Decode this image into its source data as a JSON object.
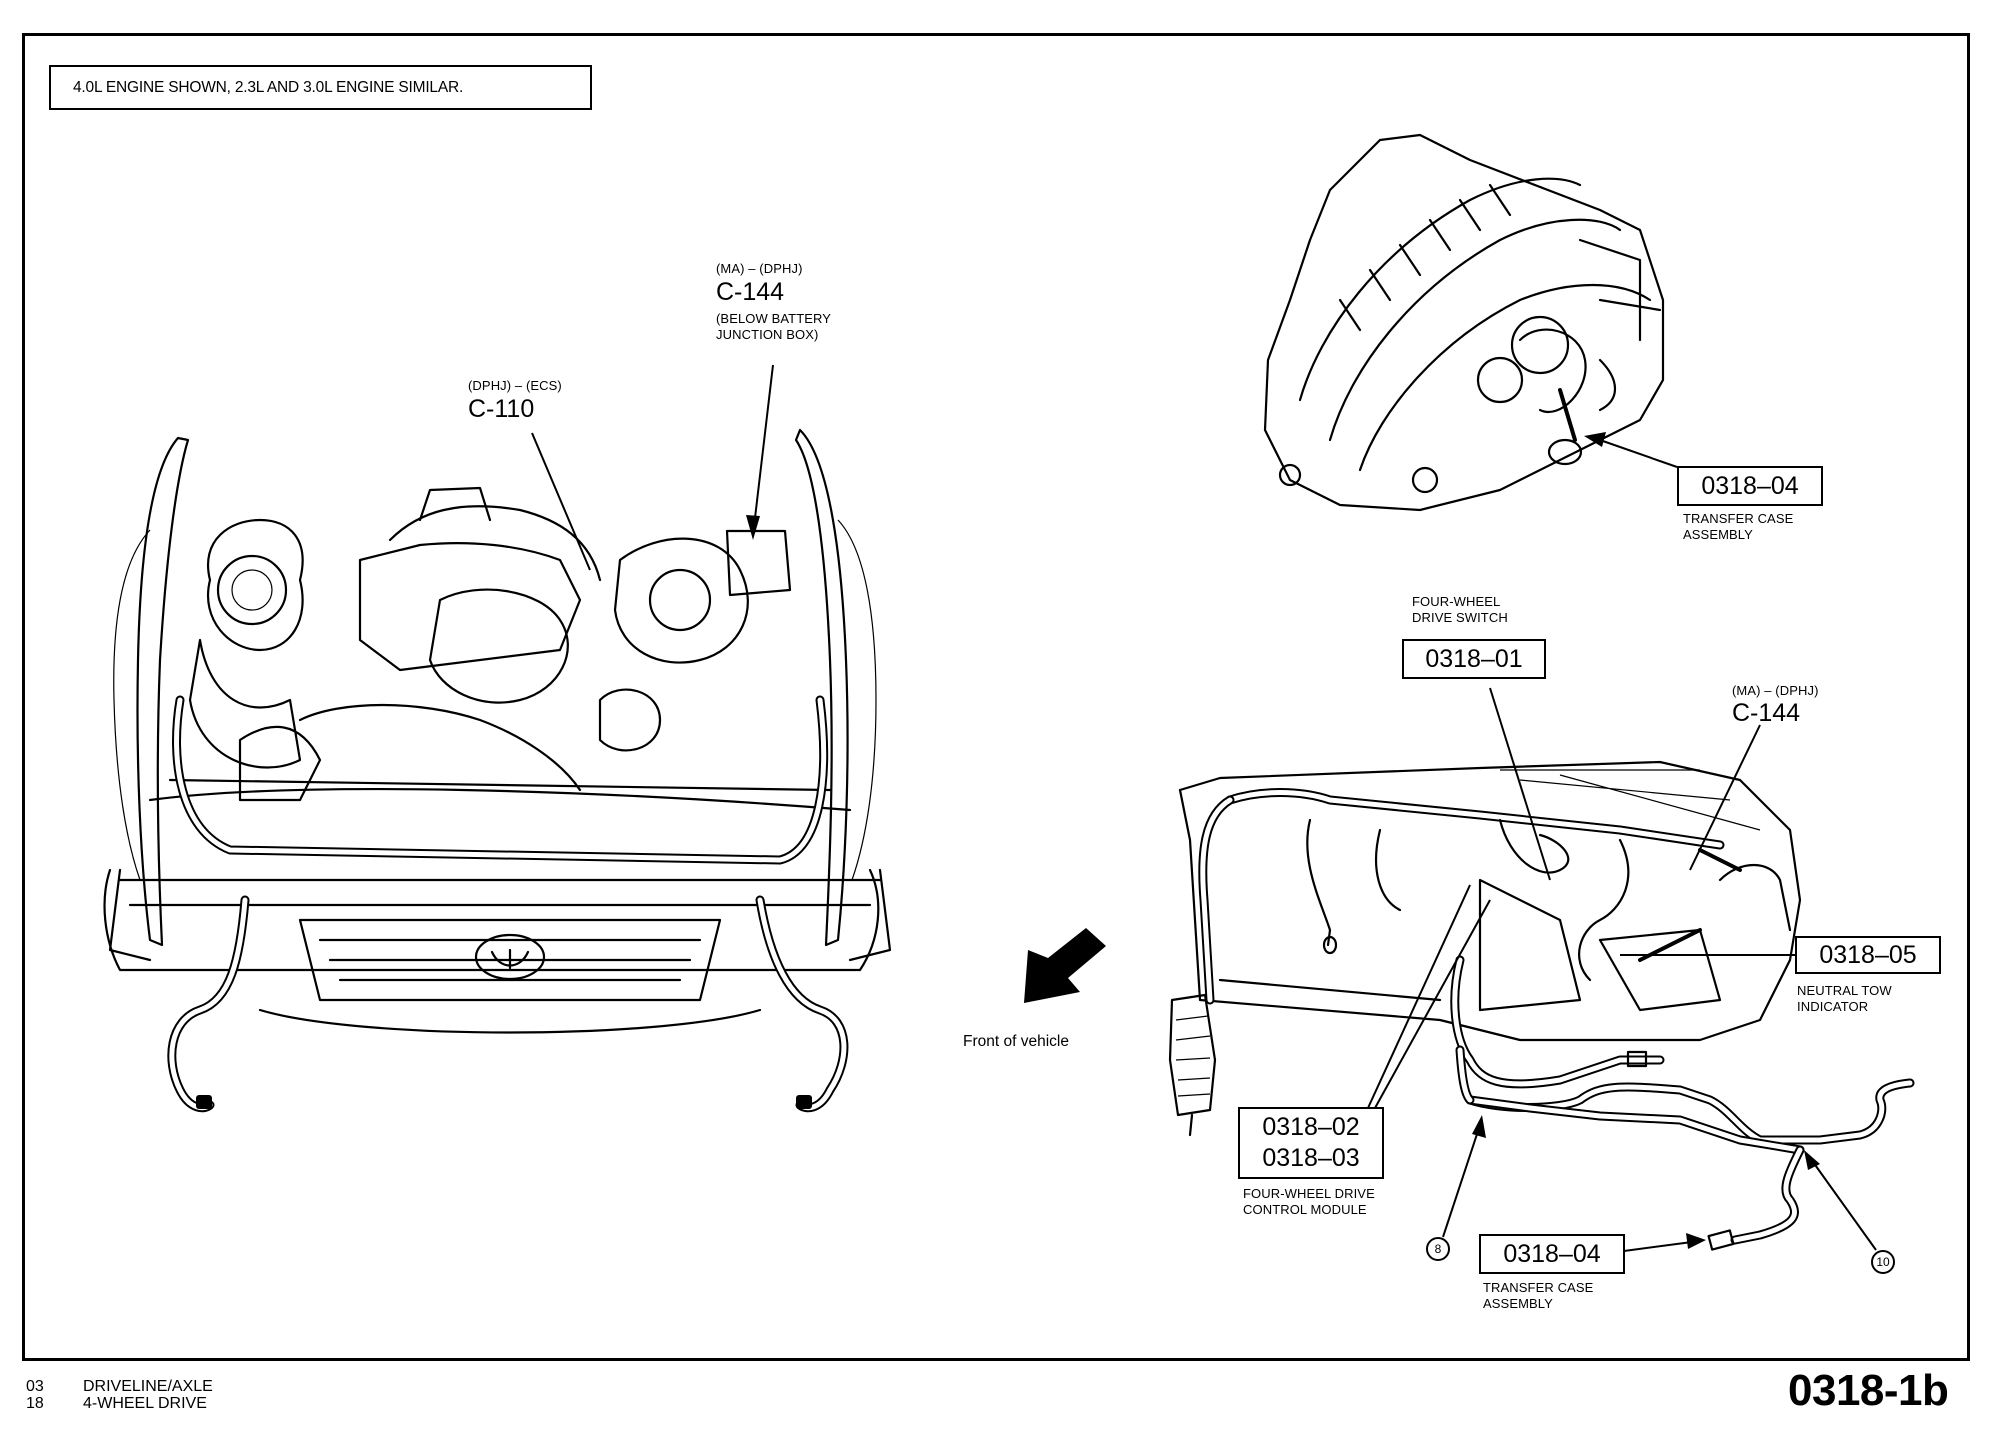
{
  "page": {
    "note": "4.0L ENGINE SHOWN, 2.3L AND 3.0L ENGINE SIMILAR.",
    "page_id": "0318-1b"
  },
  "engine_view": {
    "connector_c110": {
      "codes": "(DPHJ) – (ECS)",
      "id": "C-110"
    },
    "connector_c144": {
      "codes": "(MA) – (DPHJ)",
      "id": "C-144",
      "location_line1": "(BELOW BATTERY",
      "location_line2": "JUNCTION BOX)"
    }
  },
  "transfer_case_view": {
    "ref": "0318–04",
    "desc_line1": "TRANSFER CASE",
    "desc_line2": "ASSEMBLY"
  },
  "dash_view": {
    "switch": {
      "desc_line1": "FOUR-WHEEL",
      "desc_line2": "DRIVE SWITCH",
      "ref": "0318–01"
    },
    "connector_c144": {
      "codes": "(MA) – (DPHJ)",
      "id": "C-144"
    },
    "neutral_tow": {
      "ref": "0318–05",
      "desc_line1": "NEUTRAL TOW",
      "desc_line2": "INDICATOR"
    },
    "control_module": {
      "ref1": "0318–02",
      "ref2": "0318–03",
      "desc_line1": "FOUR-WHEEL DRIVE",
      "desc_line2": "CONTROL MODULE"
    },
    "transfer_case": {
      "ref": "0318–04",
      "desc_line1": "TRANSFER CASE",
      "desc_line2": "ASSEMBLY"
    },
    "callouts": [
      "8",
      "10"
    ]
  },
  "orientation": {
    "icon": "front-arrow-icon",
    "label": "Front of vehicle"
  },
  "footer": {
    "rows": [
      {
        "num": "03",
        "text": "DRIVELINE/AXLE"
      },
      {
        "num": "18",
        "text": "4-WHEEL DRIVE"
      }
    ]
  }
}
